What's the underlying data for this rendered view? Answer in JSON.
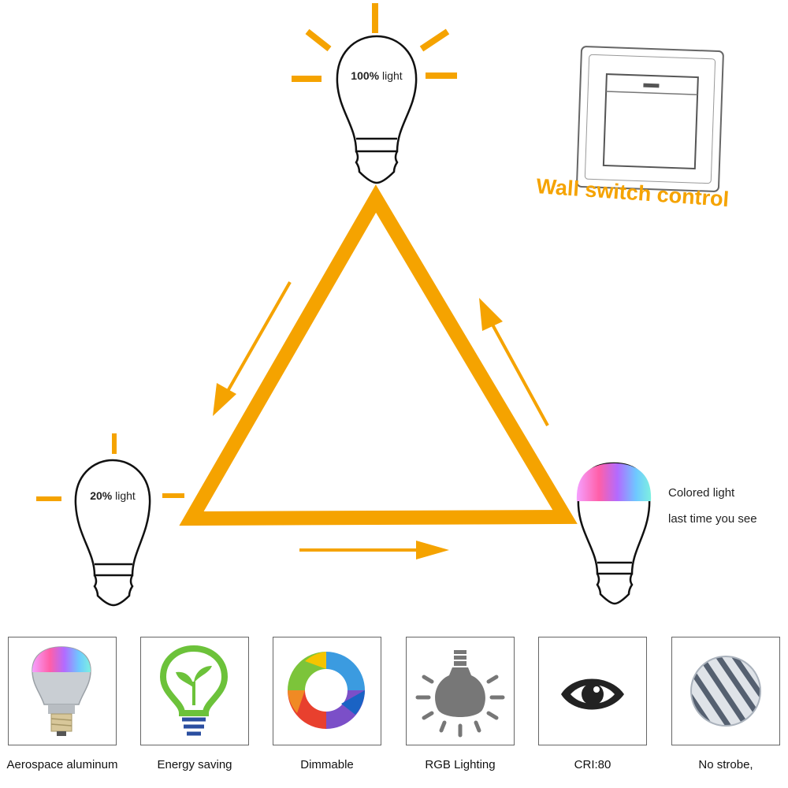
{
  "diagram": {
    "top_bulb": {
      "percent": "100%",
      "suffix": " light"
    },
    "left_bulb": {
      "percent": "20%",
      "suffix": " light"
    },
    "color_bulb": {
      "line1": "Colored light",
      "line2": "last time you see"
    },
    "wall_switch": {
      "label": "Wall switch control"
    },
    "colors": {
      "accent": "#F5A300",
      "outline": "#111111"
    }
  },
  "features": [
    {
      "label": "Aerospace aluminum",
      "icon": "aluminum-bulb-icon"
    },
    {
      "label": "Energy saving",
      "icon": "energy-saving-bulb-icon"
    },
    {
      "label": "Dimmable",
      "icon": "dimmable-ring-icon"
    },
    {
      "label": "RGB Lighting",
      "icon": "rgb-bulb-icon"
    },
    {
      "label": "CRI:80",
      "icon": "eye-icon"
    },
    {
      "label": "No strobe,",
      "icon": "no-strobe-icon"
    }
  ]
}
